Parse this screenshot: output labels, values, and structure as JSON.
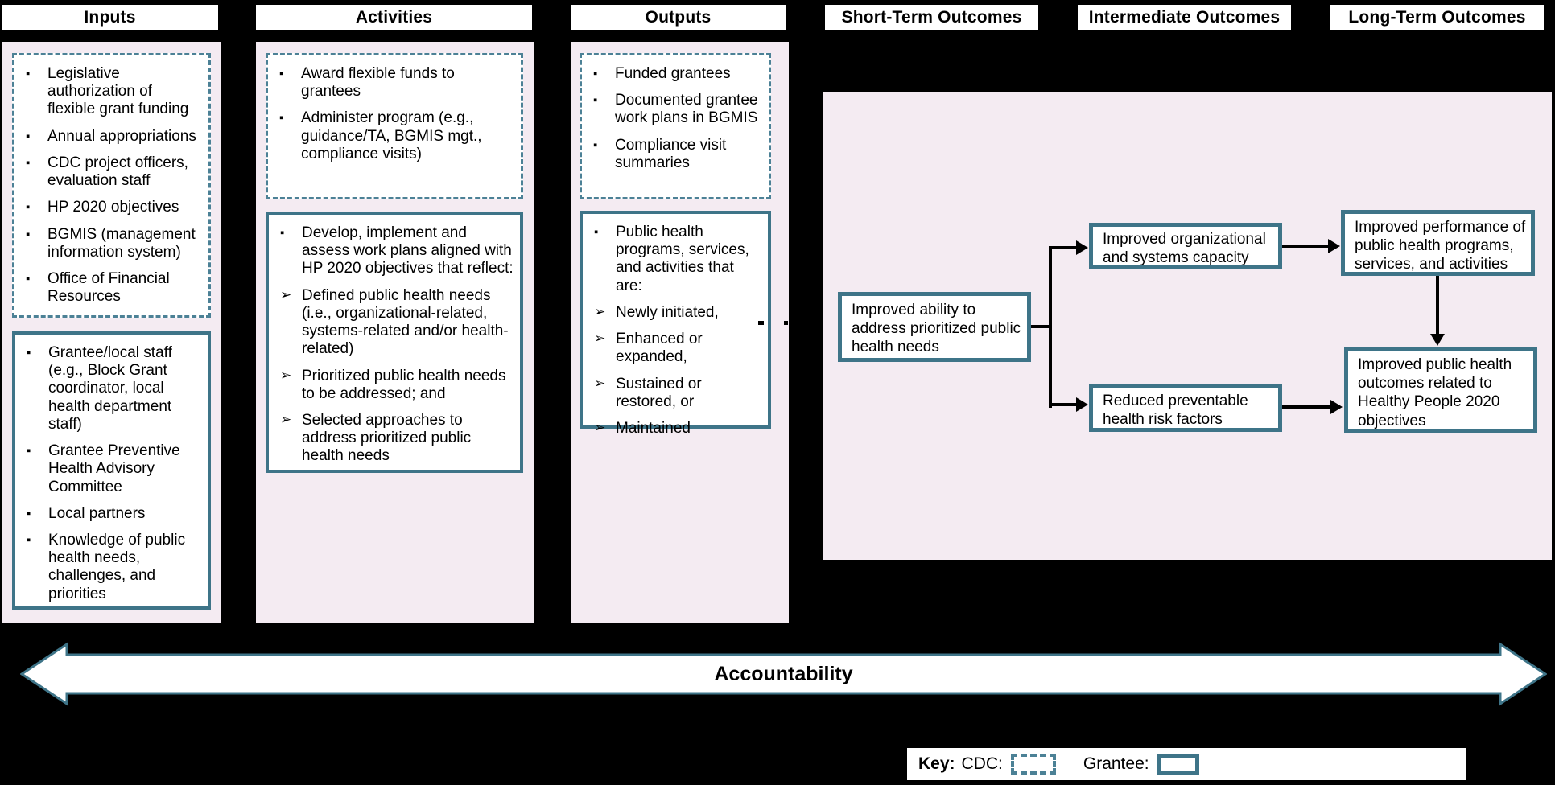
{
  "palette": {
    "background": "#000000",
    "panel_pink": "#F4EBF2",
    "teal_solid_border": "#3E7488",
    "teal_dashed_border": "#4C8196",
    "box_fill": "#FFFFFF",
    "text": "#000000"
  },
  "icons": {
    "bullet_square": "▪",
    "bullet_arrow": "➢"
  },
  "headers": {
    "inputs": "Inputs",
    "activities": "Activities",
    "outputs": "Outputs",
    "short_term": "Short-Term Outcomes",
    "intermediate": "Intermediate Outcomes",
    "long_term": "Long-Term Outcomes"
  },
  "inputs": {
    "cdc_items": [
      "Legislative authorization of flexible grant funding",
      "Annual appropriations",
      "CDC project officers, evaluation staff",
      "HP 2020 objectives",
      "BGMIS (management information system)",
      "Office of Financial Resources"
    ],
    "grantee_items": [
      "Grantee/local staff (e.g., Block Grant coordinator, local health department staff)",
      "Grantee Preventive Health Advisory Committee",
      "Local partners",
      "Knowledge of public health needs, challenges, and priorities"
    ]
  },
  "activities": {
    "cdc_items": [
      "Award flexible funds to grantees",
      "Administer program (e.g., guidance/TA, BGMIS mgt., compliance visits)"
    ],
    "grantee_lead": "Develop, implement and assess work plans aligned with HP 2020 objectives that reflect:",
    "grantee_subitems": [
      "Defined public health needs (i.e., organizational-related, systems-related and/or health-related)",
      "Prioritized public health needs to be addressed; and",
      "Selected approaches to address prioritized public health needs"
    ]
  },
  "outputs": {
    "cdc_items": [
      "Funded grantees",
      "Documented grantee work plans in BGMIS",
      "Compliance visit summaries"
    ],
    "grantee_lead": "Public health programs, services, and activities that are:",
    "grantee_subitems": [
      "Newly initiated,",
      "Enhanced or expanded,",
      "Sustained or restored, or",
      "Maintained"
    ]
  },
  "outcomes": {
    "short_term": "Improved ability to address prioritized public health needs",
    "intermediate_top": "Improved organizational and systems capacity",
    "intermediate_bottom": "Reduced preventable health risk factors",
    "long_term_top": "Improved performance of public health programs, services, and activities",
    "long_term_bottom": "Improved public health outcomes related to Healthy People 2020 objectives"
  },
  "accountability": {
    "label": "Accountability"
  },
  "key": {
    "label": "Key:",
    "cdc": "CDC:",
    "grantee": "Grantee:"
  }
}
